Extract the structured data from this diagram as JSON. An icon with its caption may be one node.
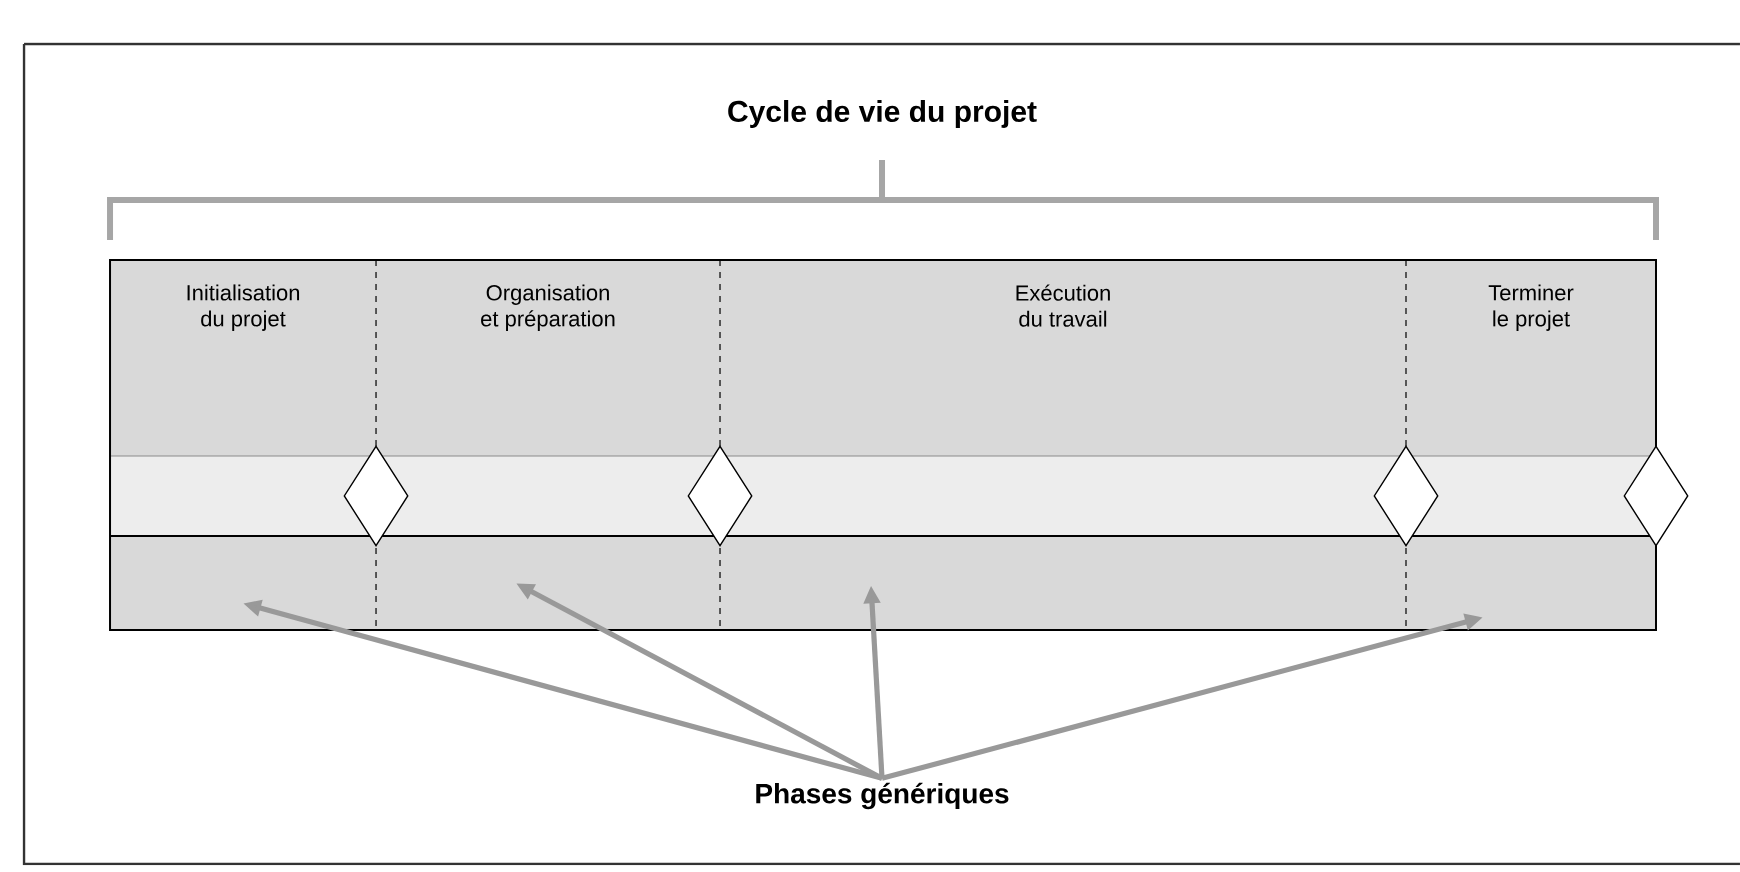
{
  "diagram": {
    "title": "Cycle de vie du projet",
    "nodes": [
      {
        "text": [
          "Initialisation du projet"
        ]
      },
      {
        "text": [
          "Organisation et préparation"
        ]
      },
      {
        "text": [
          "Exécution du travail"
        ]
      },
      {
        "text": [
          "Terminer le projet"
        ]
      },
      {
        "text": [],
        "shape": "diamond"
      },
      {
        "text": [],
        "shape": "diamond"
      },
      {
        "text": [],
        "shape": "diamond"
      },
      {
        "text": [],
        "shape": "diamond"
      },
      {
        "text": [],
        "shape": "box"
      },
      {
        "text": [],
        "shape": "box"
      },
      {
        "text": [],
        "shape": "box"
      },
      {
        "text": [],
        "shape": "box"
      },
      {
        "text": [
          "Phases génériques"
        ]
      }
    ],
    "edges": [
      {
        "from": 12,
        "to": 8,
        "arrow": "to"
      },
      {
        "from": 12,
        "to": 9,
        "arrow": "to"
      },
      {
        "from": 12,
        "to": 10,
        "arrow": "to"
      },
      {
        "from": 12,
        "to": 11,
        "arrow": "to"
      }
    ]
  }
}
